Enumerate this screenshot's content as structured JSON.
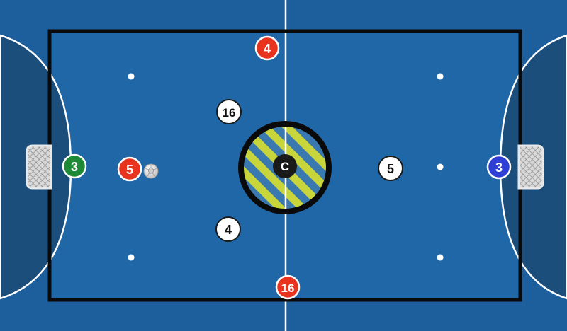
{
  "colors": {
    "court_blue": "#2067a8",
    "outer_blue": "#1d5f9c",
    "area_blue": "#1c4e7c",
    "line_white": "#ffffff",
    "boundary_black": "#0a0a0a",
    "red_player": "#e8331f",
    "white_player": "#ffffff",
    "green_keeper": "#1e8a35",
    "blue_keeper": "#2f3fd6",
    "zone_yellow": "#c8d63c",
    "zone_blue": "#3a78b0"
  },
  "players": [
    {
      "id": "red-4",
      "team": "red",
      "number": "4"
    },
    {
      "id": "red-5",
      "team": "red",
      "number": "5"
    },
    {
      "id": "red-16",
      "team": "red",
      "number": "16"
    },
    {
      "id": "white-16",
      "team": "white",
      "number": "16"
    },
    {
      "id": "white-4",
      "team": "white",
      "number": "4"
    },
    {
      "id": "white-5",
      "team": "white",
      "number": "5"
    },
    {
      "id": "green-keeper-3",
      "team": "green",
      "number": "3"
    },
    {
      "id": "blue-keeper-3",
      "team": "blue",
      "number": "3"
    }
  ],
  "center_marker": {
    "label": "C"
  },
  "ball": {
    "icon": "futsal-ball-icon"
  },
  "goals": {
    "icon": "goal-net-icon"
  }
}
